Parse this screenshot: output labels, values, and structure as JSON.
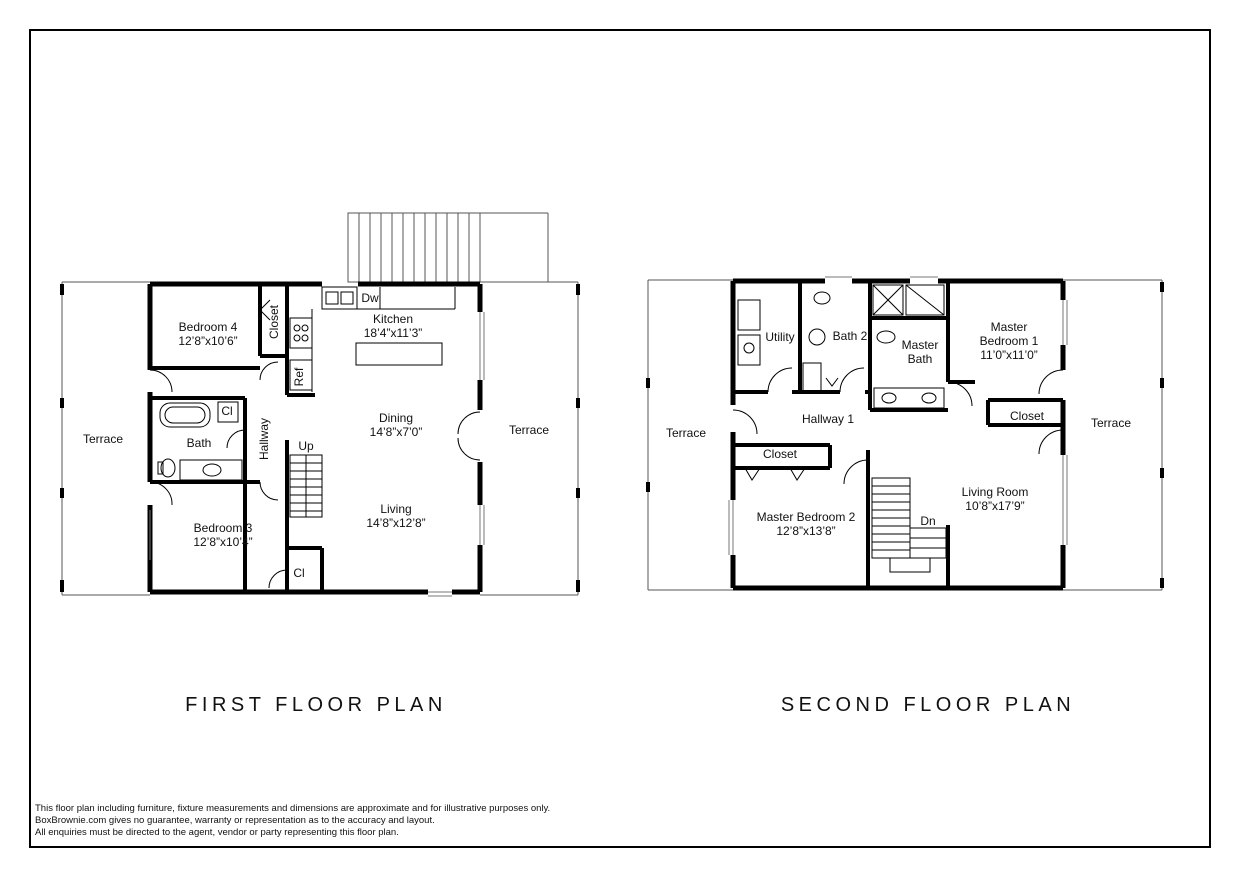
{
  "first_floor": {
    "title": "FIRST FLOOR PLAN",
    "rooms": {
      "terrace_left": "Terrace",
      "terrace_right": "Terrace",
      "bedroom4_name": "Bedroom 4",
      "bedroom4_size": "12’8”x10’6”",
      "closet": "Closet",
      "kitchen_name": "Kitchen",
      "kitchen_size": "18’4”x11’3”",
      "dw": "Dw",
      "ref": "Ref",
      "cl_bath": "Cl",
      "bath": "Bath",
      "hallway": "Hallway",
      "up": "Up",
      "dining_name": "Dining",
      "dining_size": "14’8”x7’0”",
      "living_name": "Living",
      "living_size": "14’8”x12’8”",
      "bedroom3_name": "Bedroom 3",
      "bedroom3_size": "12’8”x10’4”",
      "cl_bottom": "Cl"
    }
  },
  "second_floor": {
    "title": "SECOND FLOOR PLAN",
    "rooms": {
      "terrace_left": "Terrace",
      "terrace_right": "Terrace",
      "utility": "Utility",
      "bath2": "Bath 2",
      "master_bath_1": "Master",
      "master_bath_2": "Bath",
      "master_bed1_1": "Master",
      "master_bed1_2": "Bedroom 1",
      "master_bed1_size": "11’0”x11’0”",
      "hallway1": "Hallway 1",
      "closet_right": "Closet",
      "closet_left": "Closet",
      "living_room_name": "Living Room",
      "living_room_size": "10’8”x17’9”",
      "master_bed2_name": "Master Bedroom 2",
      "master_bed2_size": "12’8”x13’8”",
      "dn": "Dn"
    }
  },
  "disclaimer": {
    "line1": "This floor plan including furniture, fixture measurements and dimensions are approximate and for illustrative purposes only.",
    "line2": "BoxBrownie.com gives no guarantee, warranty or representation as to the accuracy and layout.",
    "line3": "All enquiries must be directed to the agent, vendor or party representing this floor plan."
  }
}
